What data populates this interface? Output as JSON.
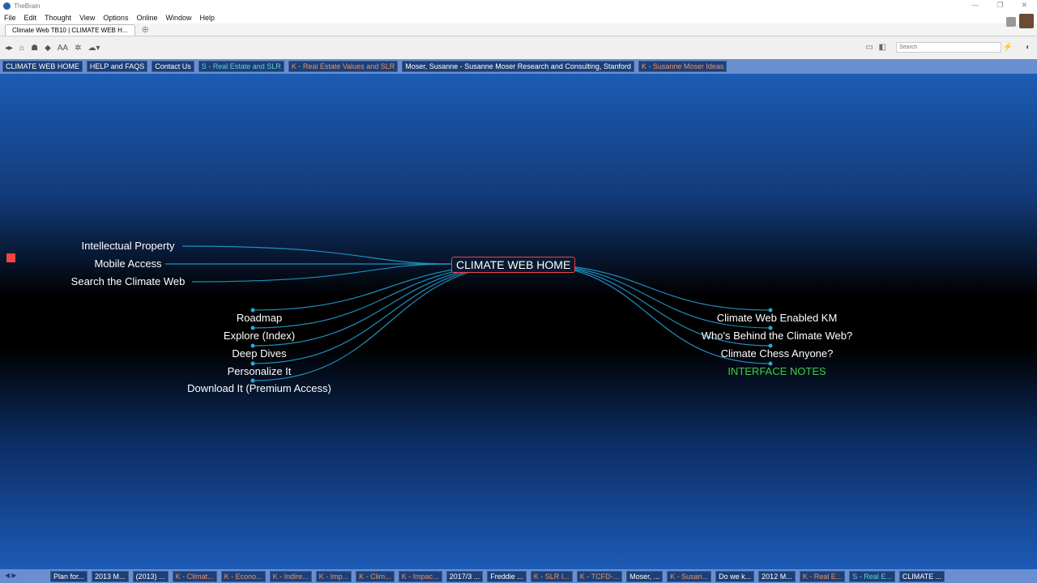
{
  "window": {
    "title": "TheBrain"
  },
  "menu": [
    "File",
    "Edit",
    "Thought",
    "View",
    "Options",
    "Online",
    "Window",
    "Help"
  ],
  "tab": {
    "label": "Climate Web TB10 | CLIMATE WEB H..."
  },
  "search": {
    "placeholder": "Search"
  },
  "pins": [
    {
      "label": "CLIMATE WEB HOME",
      "kind": "n"
    },
    {
      "label": "HELP and FAQS",
      "kind": "n"
    },
    {
      "label": "Contact Us",
      "kind": "n"
    },
    {
      "label": "S - Real Estate and SLR",
      "kind": "s"
    },
    {
      "label": "K - Real Estate Values and SLR",
      "kind": "k"
    },
    {
      "label": "Moser, Susanne - Susanne Moser Research and Consulting, Stanford",
      "kind": "n"
    },
    {
      "label": "K - Susanne Moser Ideas",
      "kind": "k"
    }
  ],
  "central": "CLIMATE WEB HOME",
  "parents": [
    "Intellectual Property",
    "Mobile Access",
    "Search the Climate Web"
  ],
  "children_left": [
    "Roadmap",
    "Explore (Index)",
    "Deep Dives",
    "Personalize It",
    "Download It (Premium Access)"
  ],
  "children_right": [
    "Climate Web Enabled KM",
    "Who's Behind the Climate Web?",
    "Climate Chess Anyone?",
    "INTERFACE NOTES"
  ],
  "history": [
    {
      "label": "Plan for...",
      "kind": "n"
    },
    {
      "label": "2013 M...",
      "kind": "n"
    },
    {
      "label": "(2013) ...",
      "kind": "n"
    },
    {
      "label": "K - Climat...",
      "kind": "k"
    },
    {
      "label": "K - Econo...",
      "kind": "k"
    },
    {
      "label": "K - Indire...",
      "kind": "k"
    },
    {
      "label": "K - Imp...",
      "kind": "k"
    },
    {
      "label": "K - Clim...",
      "kind": "k"
    },
    {
      "label": "K - Impac...",
      "kind": "k"
    },
    {
      "label": "2017/3 ...",
      "kind": "n"
    },
    {
      "label": "Freddie ...",
      "kind": "n"
    },
    {
      "label": "K - SLR I...",
      "kind": "k"
    },
    {
      "label": "K - TCFD-...",
      "kind": "k"
    },
    {
      "label": "Moser, ...",
      "kind": "n"
    },
    {
      "label": "K - Susan...",
      "kind": "k"
    },
    {
      "label": "Do we k...",
      "kind": "n"
    },
    {
      "label": "2012 M...",
      "kind": "n"
    },
    {
      "label": "K - Real E...",
      "kind": "k"
    },
    {
      "label": "S - Real E...",
      "kind": "s"
    },
    {
      "label": "CLIMATE ...",
      "kind": "n"
    }
  ]
}
